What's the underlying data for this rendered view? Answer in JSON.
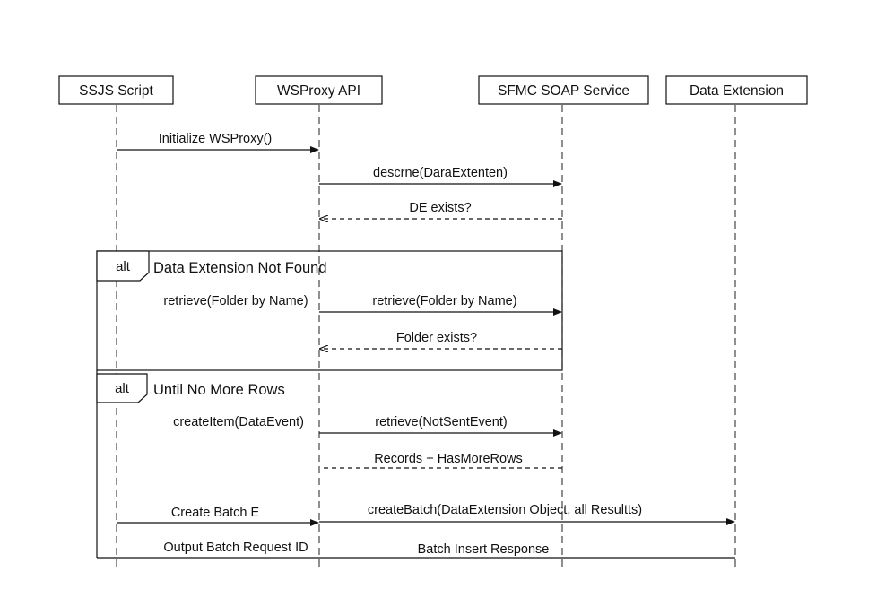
{
  "participants": [
    {
      "id": "ssjs",
      "label": "SSJS Script"
    },
    {
      "id": "wsproxy",
      "label": "WSProxy API"
    },
    {
      "id": "soap",
      "label": "SFMC SOAP Service"
    },
    {
      "id": "de",
      "label": "Data Extension"
    }
  ],
  "fragments": [
    {
      "operator": "alt",
      "guard": "Data Extension Not Found"
    },
    {
      "operator": "alt",
      "guard": "Until No More Rows"
    }
  ],
  "messages": [
    {
      "from": "ssjs",
      "to": "wsproxy",
      "label": "Initialize WSProxy()",
      "style": "solid"
    },
    {
      "from": "wsproxy",
      "to": "soap",
      "label": "descrne(DaraExtenten)",
      "style": "solid"
    },
    {
      "from": "soap",
      "to": "wsproxy",
      "label": "DE exists?",
      "style": "dashed"
    },
    {
      "from": "wsproxy",
      "to": "soap",
      "label": "retrieve(Folder by Name)",
      "style": "solid"
    },
    {
      "from": "soap",
      "to": "wsproxy",
      "label": "Folder exists?",
      "style": "dashed"
    },
    {
      "from": "wsproxy",
      "to": "soap",
      "label": "retrieve(NotSentEvent)",
      "style": "solid"
    },
    {
      "from": "soap",
      "to": "wsproxy",
      "label": "Records + HasMoreRows",
      "style": "dashed"
    },
    {
      "from": "ssjs",
      "to": "wsproxy",
      "label": "Create Batch E",
      "style": "solid"
    },
    {
      "from": "wsproxy",
      "to": "de",
      "label": "createBatch(DataExtension Object, all Resultts)",
      "style": "solid"
    },
    {
      "from": "de",
      "to": "ssjs",
      "label": "Batch Insert Response",
      "style": "solid"
    }
  ],
  "notes": [
    {
      "label": "retrieve(Folder by Name)"
    },
    {
      "label": "createItem(DataEvent)"
    },
    {
      "label": "Output Batch Request ID"
    }
  ]
}
